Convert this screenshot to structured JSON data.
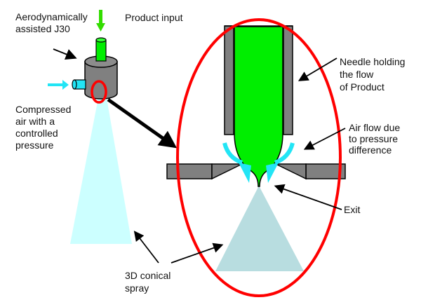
{
  "labels": {
    "nozzle_name": [
      "Aerodynamically",
      "assisted J30"
    ],
    "product_input": "Product input",
    "compressed_air": [
      "Compressed",
      "air with a",
      "controlled",
      "pressure"
    ],
    "needle": [
      "Needle holding",
      "the flow",
      "of Product"
    ],
    "air_flow": [
      "Air flow due",
      "to pressure",
      "difference"
    ],
    "exit": "Exit",
    "spray": [
      "3D conical",
      "spray"
    ]
  },
  "colors": {
    "product_green": "#00ee00",
    "air_cyan": "#22e5f5",
    "nozzle_gray": "#808080",
    "highlight_red": "#ff0000",
    "spray_light_cyan": "#ccffff",
    "cone_blue_gray": "#b8dde0",
    "outline_black": "#000000"
  }
}
